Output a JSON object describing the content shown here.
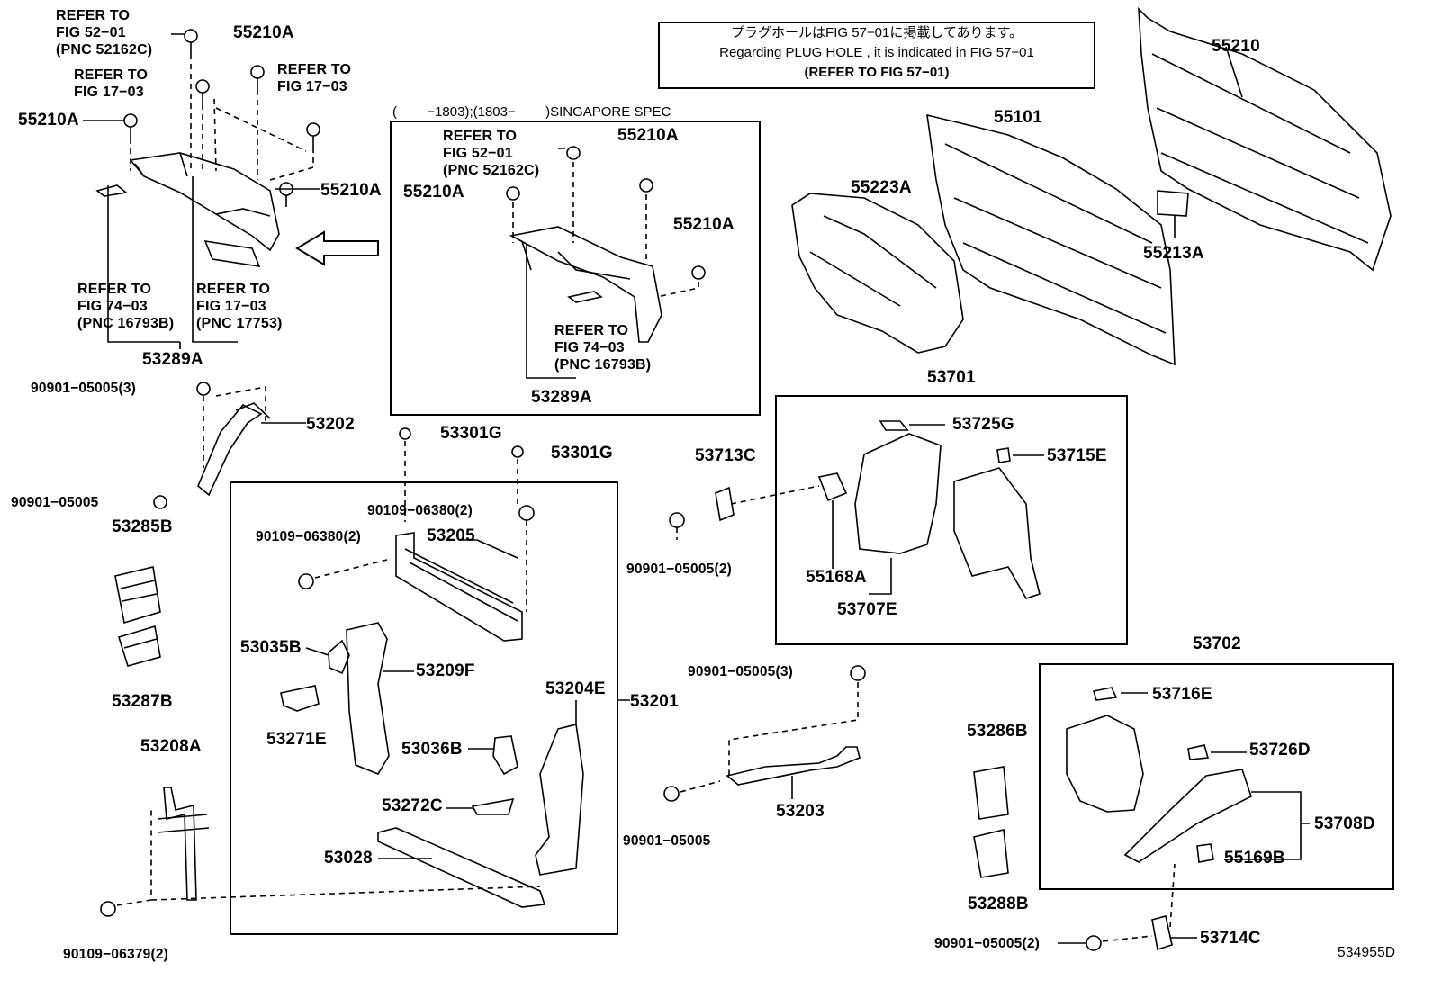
{
  "note": {
    "line1": "プラグホールはFIG 57−01に掲載してあります。",
    "line2": "Regarding  PLUG  HOLE , it is indicated in FIG  57−01",
    "line3": "(REFER  TO  FIG 57−01)"
  },
  "spec_label": "(        −1803);(1803−        )SINGAPORE SPEC",
  "diagram_id": "534955D",
  "parts": {
    "p55210A_1": "55210A",
    "p55210A_2": "55210A",
    "p55210A_3": "55210A",
    "p55210A_4": "55210A",
    "p55210A_5": "55210A",
    "p55210A_6": "55210A",
    "p55210": "55210",
    "p55101": "55101",
    "p55223A": "55223A",
    "p55213A": "55213A",
    "p53289A_1": "53289A",
    "p53289A_2": "53289A",
    "p90901_05005_3a": "90901−05005(3)",
    "p53202": "53202",
    "p90901_05005_a": "90901−05005",
    "p53285B": "53285B",
    "p53287B": "53287B",
    "p53208A": "53208A",
    "p90109_06379": "90109−06379(2)",
    "p53301G_1": "53301G",
    "p53301G_2": "53301G",
    "p90109_06380_a": "90109−06380(2)",
    "p90109_06380_b": "90109−06380(2)",
    "p53205": "53205",
    "p53035B": "53035B",
    "p53209F": "53209F",
    "p53271E": "53271E",
    "p53036B": "53036B",
    "p53204E": "53204E",
    "p53201": "53201",
    "p53272C": "53272C",
    "p53028": "53028",
    "p53713C": "53713C",
    "p90901_05005_2a": "90901−05005(2)",
    "p53701": "53701",
    "p53725G": "53725G",
    "p53715E": "53715E",
    "p55168A": "55168A",
    "p53707E": "53707E",
    "p90901_05005_3b": "90901−05005(3)",
    "p53203": "53203",
    "p90901_05005_b": "90901−05005",
    "p53702": "53702",
    "p53716E": "53716E",
    "p53286B": "53286B",
    "p53726D": "53726D",
    "p53708D": "53708D",
    "p55169B": "55169B",
    "p53288B": "53288B",
    "p90901_05005_2b": "90901−05005(2)",
    "p53714C": "53714C"
  },
  "refs": {
    "r1": [
      "REFER  TO",
      "FIG  52−01",
      "(PNC  52162C)"
    ],
    "r2": [
      "REFER  TO",
      "FIG  17−03"
    ],
    "r3": [
      "REFER  TO",
      "FIG  17−03"
    ],
    "r4": [
      "REFER  TO",
      "FIG  74−03",
      "(PNC  16793B)"
    ],
    "r5": [
      "REFER  TO",
      "FIG  17−03",
      "(PNC  17753)"
    ],
    "r6": [
      "REFER  TO",
      "FIG  52−01",
      "(PNC  52162C)"
    ],
    "r7": [
      "REFER  TO",
      "FIG  74−03",
      "(PNC  16793B)"
    ]
  }
}
